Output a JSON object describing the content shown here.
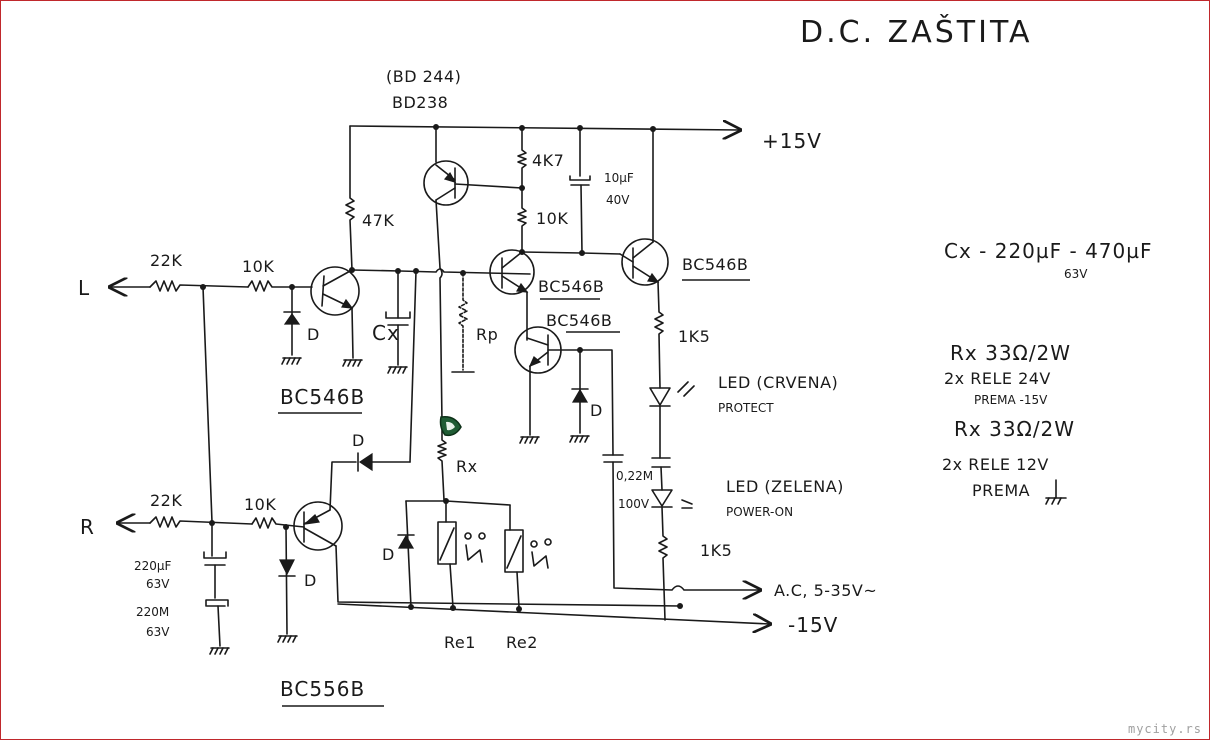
{
  "title": "D.C. ZAŠTITA",
  "supply": {
    "positive": "+15V",
    "negative": "-15V",
    "ac_input": "A.C, 5-35V~"
  },
  "inputs": {
    "left": "L",
    "right": "R"
  },
  "parts": {
    "bd_alt": "(BD 244)",
    "bd_main": "BD238",
    "r_22k_l": "22K",
    "r_10k_l": "10K",
    "r_22k_r": "22K",
    "r_10k_r": "10K",
    "r_47k": "47K",
    "r_4k7": "4K7",
    "r_10k_mid": "10K",
    "r_1k5_top": "1K5",
    "r_1k5_bot": "1K5",
    "rp": "Rp",
    "rx": "Rx",
    "cx": "Cx",
    "c_10u_val": "10µF",
    "c_10u_v": "40V",
    "c_022_val": "0,22M",
    "c_022_v": "100V",
    "c_220a_val": "220µF",
    "c_220a_v": "63V",
    "c_220b_val": "220M",
    "c_220b_v": "63V",
    "diode": "D",
    "q1": "BC546B",
    "q2": "BC546B",
    "q3": "BC546B",
    "q4": "BC546B",
    "q5": "BC556B",
    "led_red_1": "LED (CRVENA)",
    "led_red_2": "PROTECT",
    "led_green_1": "LED (ZELENA)",
    "led_green_2": "POWER-ON",
    "re1": "Re1",
    "re2": "Re2"
  },
  "notes": {
    "cx_line1": "Cx - 220µF - 470µF",
    "cx_line2": "63V",
    "rx1": "Rx  33Ω/2W",
    "relay24": "2x RELE 24V",
    "prema1": "PREMA -15V",
    "rx2": "Rx  33Ω/2W",
    "relay12": "2x RELE 12V",
    "prema2": "PREMA"
  },
  "watermark": "mycity.rs"
}
